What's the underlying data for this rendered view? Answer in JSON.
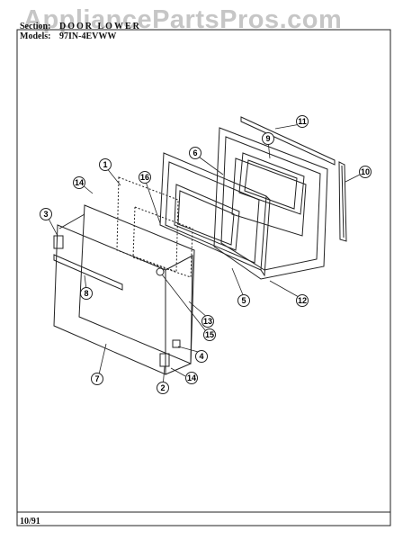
{
  "watermark": "AppliancePartsPros.com",
  "header": {
    "section_label": "Section:",
    "section_value": "DOOR LOWER",
    "models_label": "Models:",
    "models_value": "97IN-4EVWW"
  },
  "footer": {
    "date_code": "10/91"
  },
  "callouts": [
    "1",
    "2",
    "3",
    "4",
    "5",
    "6",
    "7",
    "8",
    "9",
    "10",
    "11",
    "12",
    "13",
    "14",
    "14",
    "15",
    "16"
  ]
}
